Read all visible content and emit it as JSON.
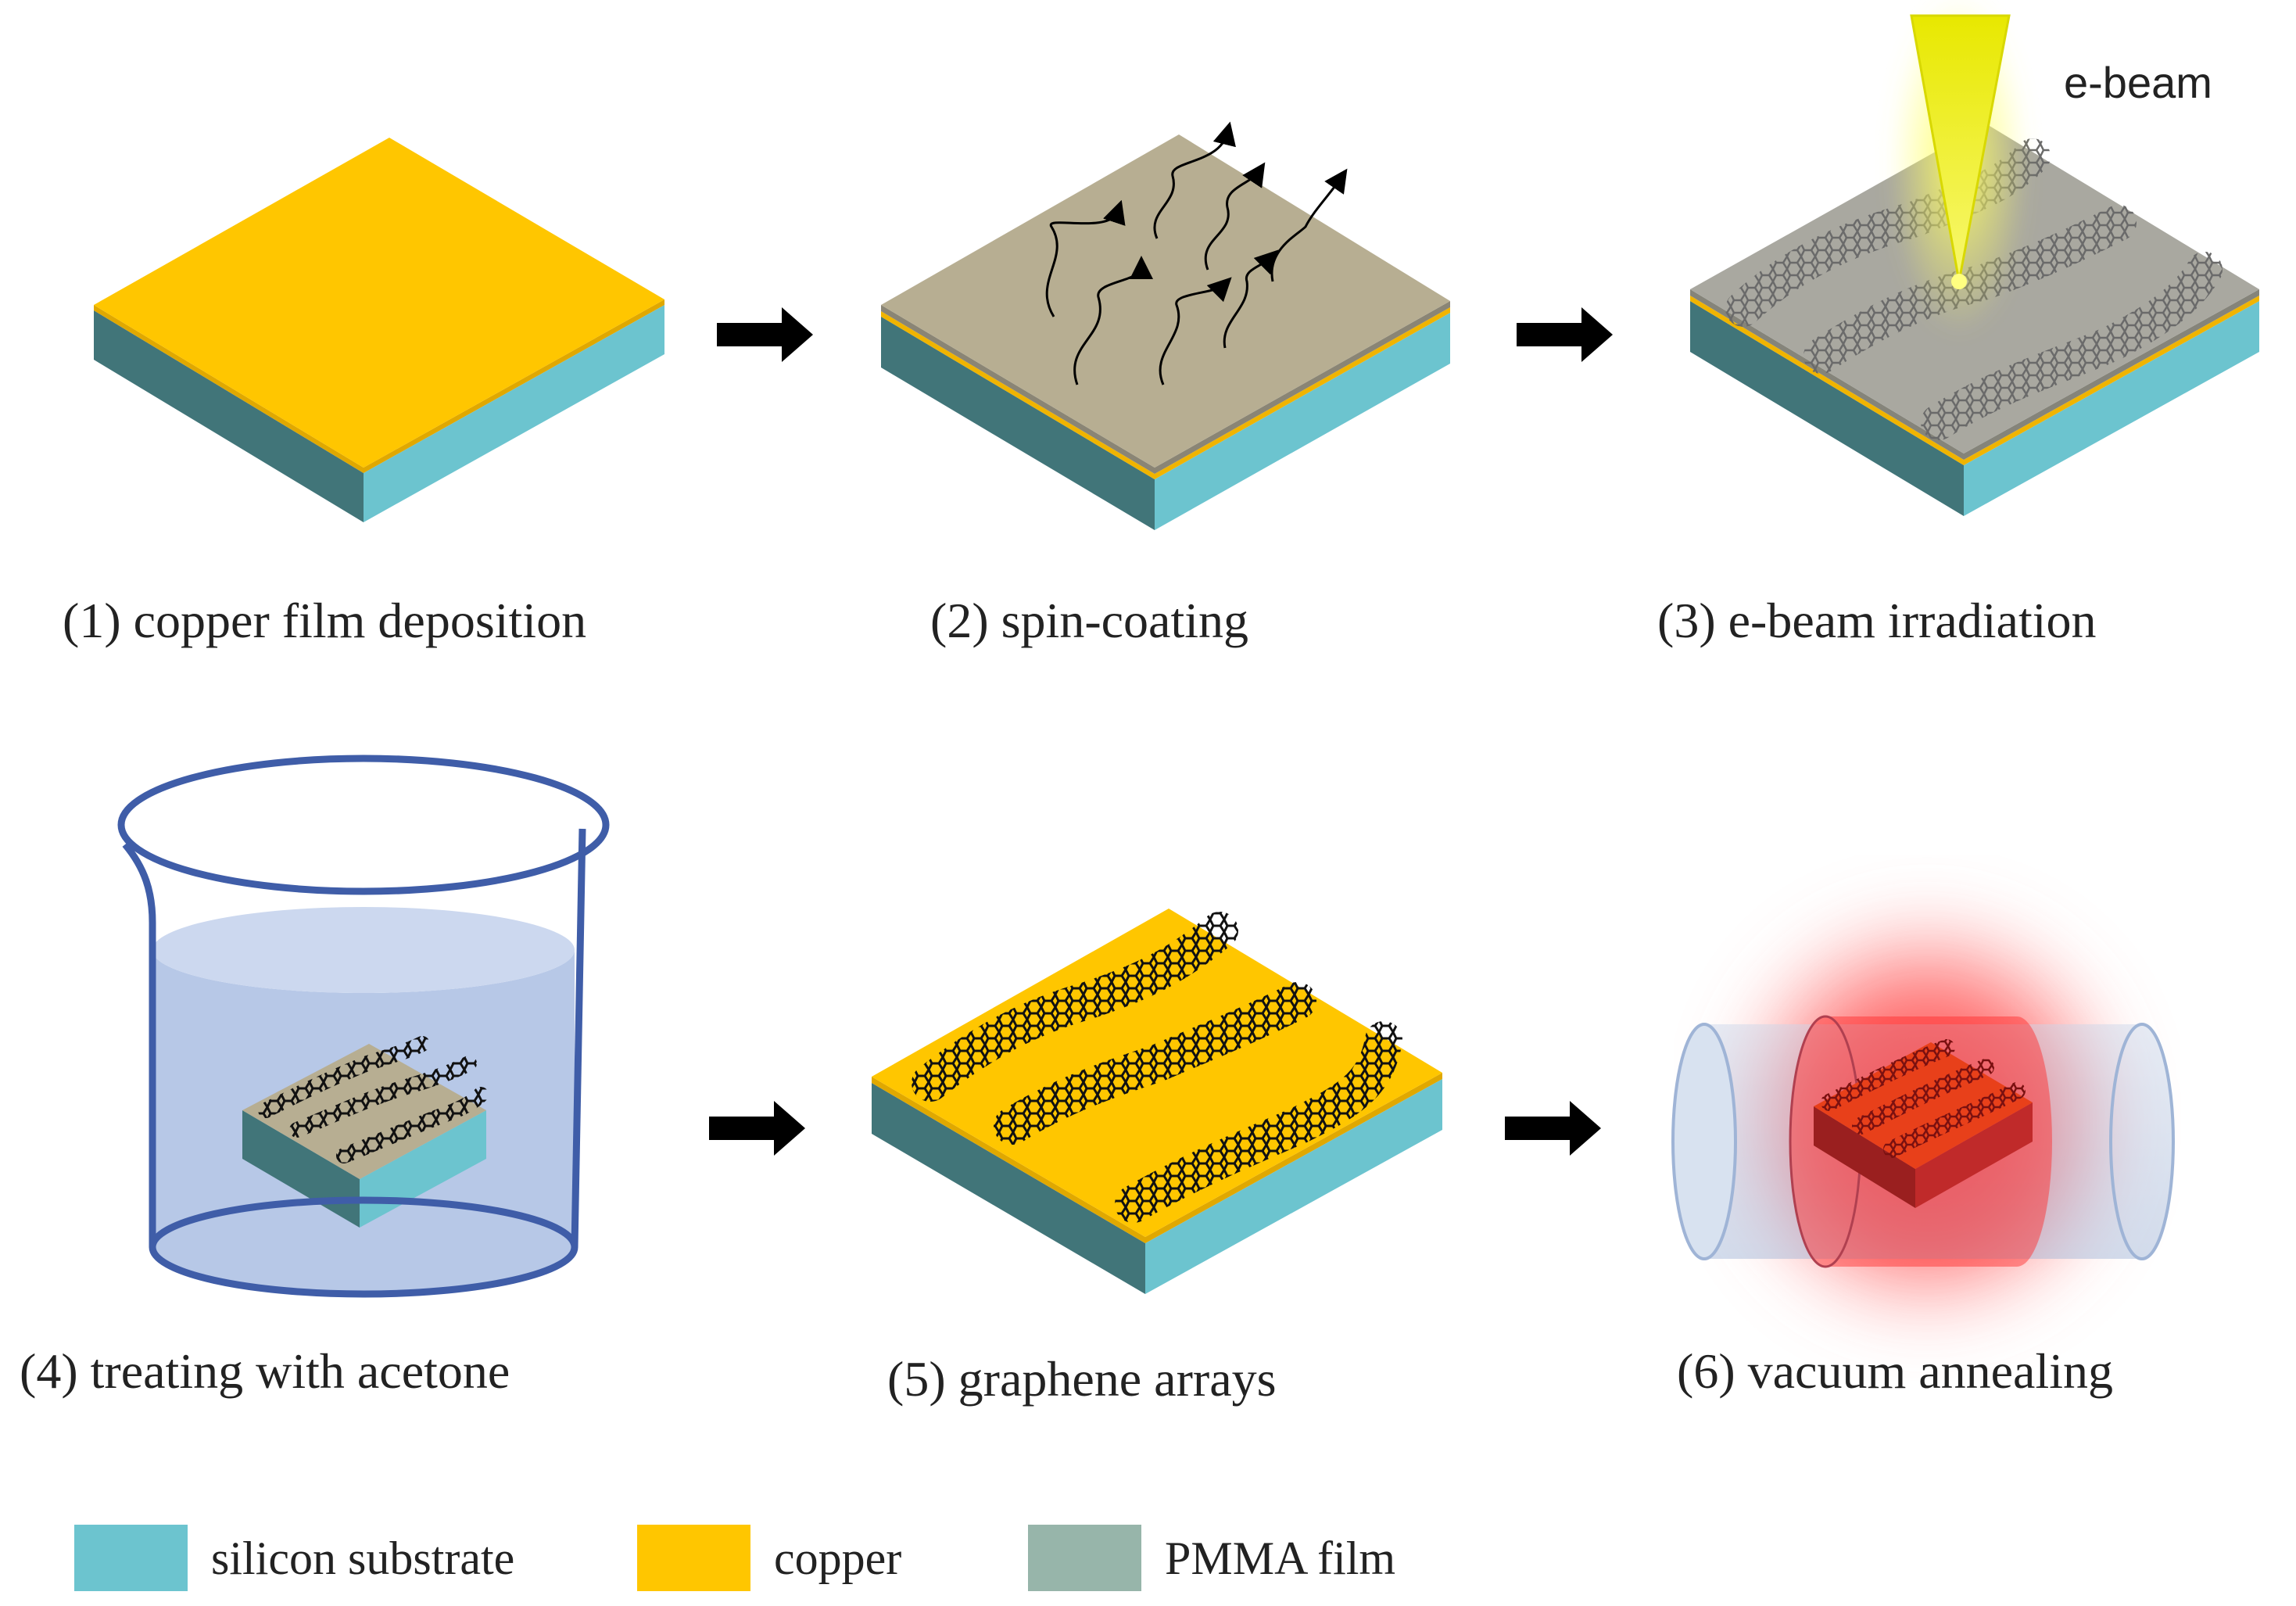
{
  "steps": [
    {
      "label": "(1) copper film deposition"
    },
    {
      "label": "(2) spin-coating"
    },
    {
      "label": "(3)  e-beam irradiation"
    },
    {
      "label": "(4)  treating with acetone"
    },
    {
      "label": "(5) graphene arrays"
    },
    {
      "label": "(6) vacuum annealing"
    }
  ],
  "ebeam_label": "e-beam",
  "legend": [
    {
      "label": "silicon substrate",
      "color": "#6CC4CF"
    },
    {
      "label": "copper",
      "color": "#FFC600"
    },
    {
      "label": "PMMA film",
      "color": "#97B5AA"
    }
  ],
  "colors": {
    "silicon_side_light": "#6CC4CF",
    "silicon_side_dark": "#417579",
    "copper": "#FFC600",
    "pmma": "#B7AE92",
    "pmma_irradiated": "#A9A8A0",
    "beaker_outline": "#3F5DA8",
    "acetone": "#AFC2E4",
    "annealing_glow": "#FF4040",
    "arrow": "#000000"
  }
}
